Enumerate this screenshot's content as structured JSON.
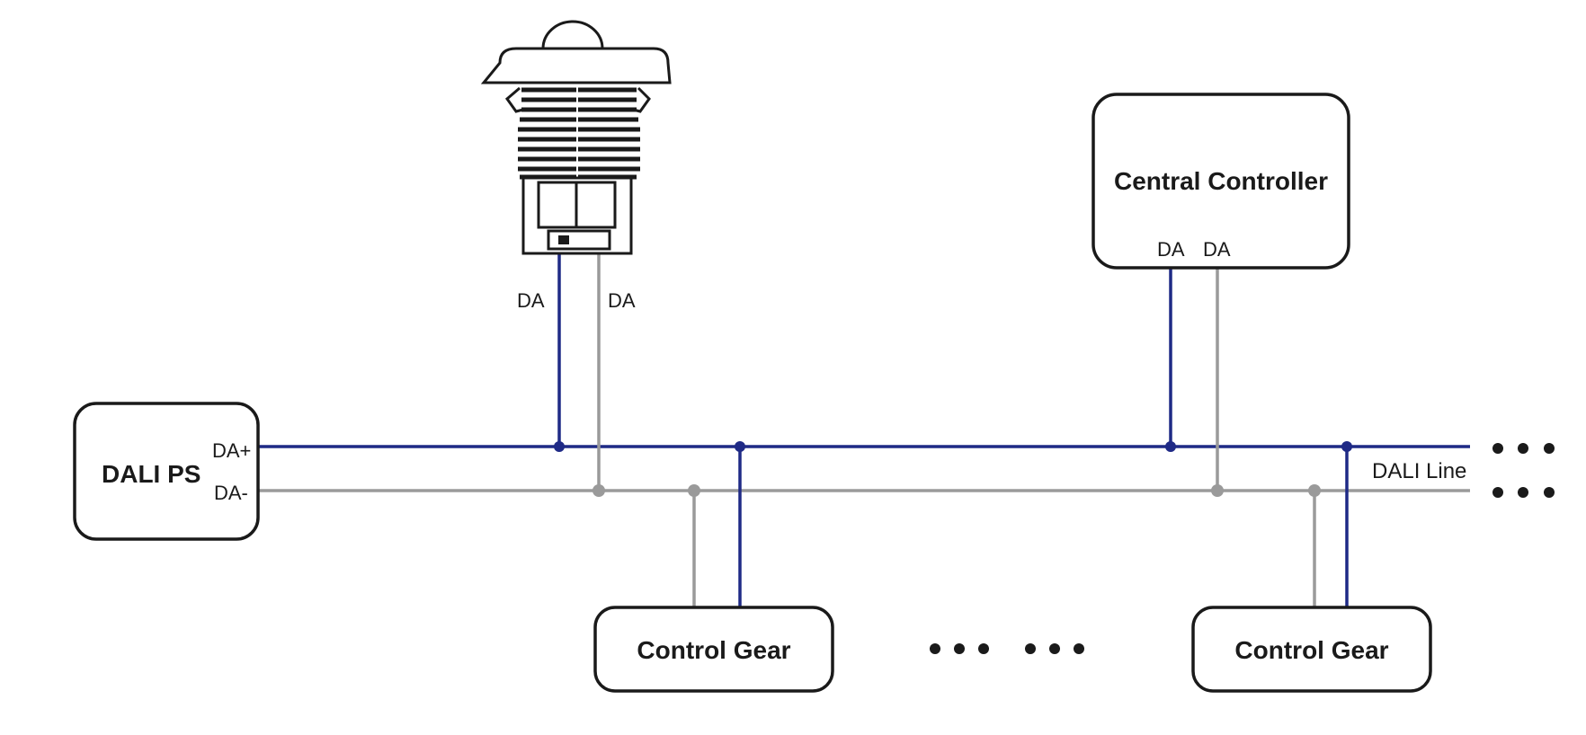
{
  "dali_ps": {
    "label": "DALI PS",
    "terminal_plus": "DA+",
    "terminal_minus": "DA-"
  },
  "sensor": {
    "terminal_left": "DA",
    "terminal_right": "DA"
  },
  "central_controller": {
    "label": "Central Controller",
    "terminal_left": "DA",
    "terminal_right": "DA"
  },
  "control_gear": [
    {
      "label": "Control Gear"
    },
    {
      "label": "Control Gear"
    }
  ],
  "bus": {
    "label": "DALI Line"
  },
  "colors": {
    "da_plus_wire": "#1f2a86",
    "da_minus_wire": "#9a9a9a",
    "outline": "#1a1a1a"
  }
}
